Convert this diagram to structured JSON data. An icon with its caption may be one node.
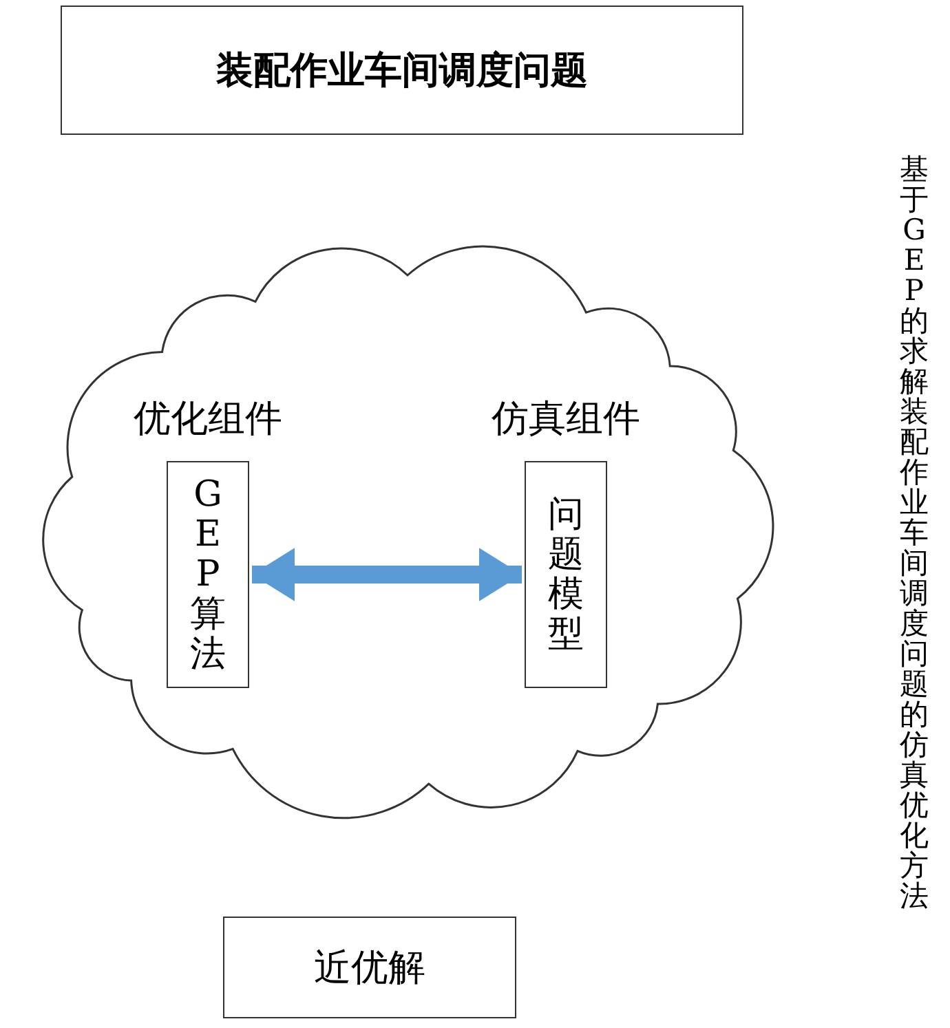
{
  "diagram": {
    "nodes": [
      {
        "text": [
          "装配作业车间调度问题"
        ]
      },
      {
        "text": [],
        "shape": "cloud"
      },
      {
        "text": [
          "优化组件",
          "GEP算法"
        ],
        "in": 1
      },
      {
        "text": [
          "仿真组件",
          "问题模型"
        ],
        "in": 1
      },
      {
        "text": [
          "近优解"
        ]
      }
    ],
    "edges": [
      {
        "from": 2,
        "to": 3,
        "arrow": "both",
        "color": "#5b9bd5"
      }
    ],
    "labels": [
      "基于GEP的求解装配作业车间调度问题的仿真优化方法"
    ]
  }
}
